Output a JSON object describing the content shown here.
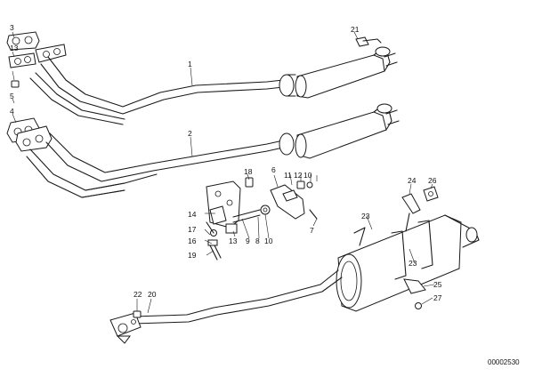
{
  "diagram": {
    "callouts": {
      "c1": "1",
      "c2": "2",
      "c3": "3",
      "c4": "4",
      "c5": "5",
      "c6": "6",
      "c7": "7",
      "c8": "8",
      "c9": "9",
      "c10a": "10",
      "c10b": "10",
      "c11": "11",
      "c12": "12",
      "c13a": "13",
      "c13b": "13",
      "c14": "14",
      "c16": "16",
      "c17": "17",
      "c18": "18",
      "c19": "19",
      "c20": "20",
      "c21": "21",
      "c22": "22",
      "c23a": "23",
      "c23b": "23",
      "c24": "24",
      "c25": "25",
      "c26": "26",
      "c27": "27"
    },
    "reference_number": "00002530"
  }
}
